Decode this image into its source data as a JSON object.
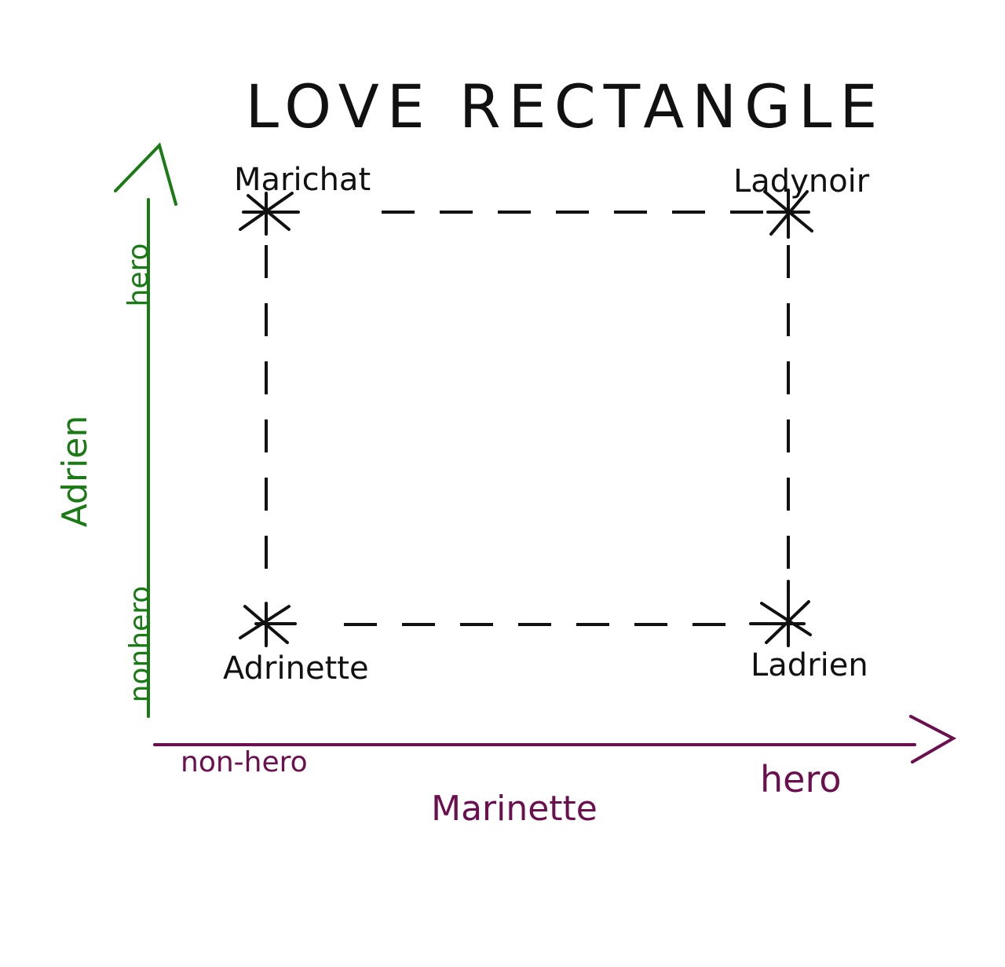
{
  "title": "LOVE RECTANGLE",
  "colors": {
    "ink": "#111111",
    "adrien_axis": "#1a7a14",
    "marinette_axis": "#6b0f4f"
  },
  "x_axis": {
    "name": "Marinette",
    "low": "non-hero",
    "high": "hero"
  },
  "y_axis": {
    "name": "Adrien",
    "low": "nonhero",
    "high": "hero"
  },
  "points": {
    "top_left": "Marichat",
    "top_right": "Ladynoir",
    "bottom_left": "Adrinette",
    "bottom_right": "Ladrien"
  }
}
